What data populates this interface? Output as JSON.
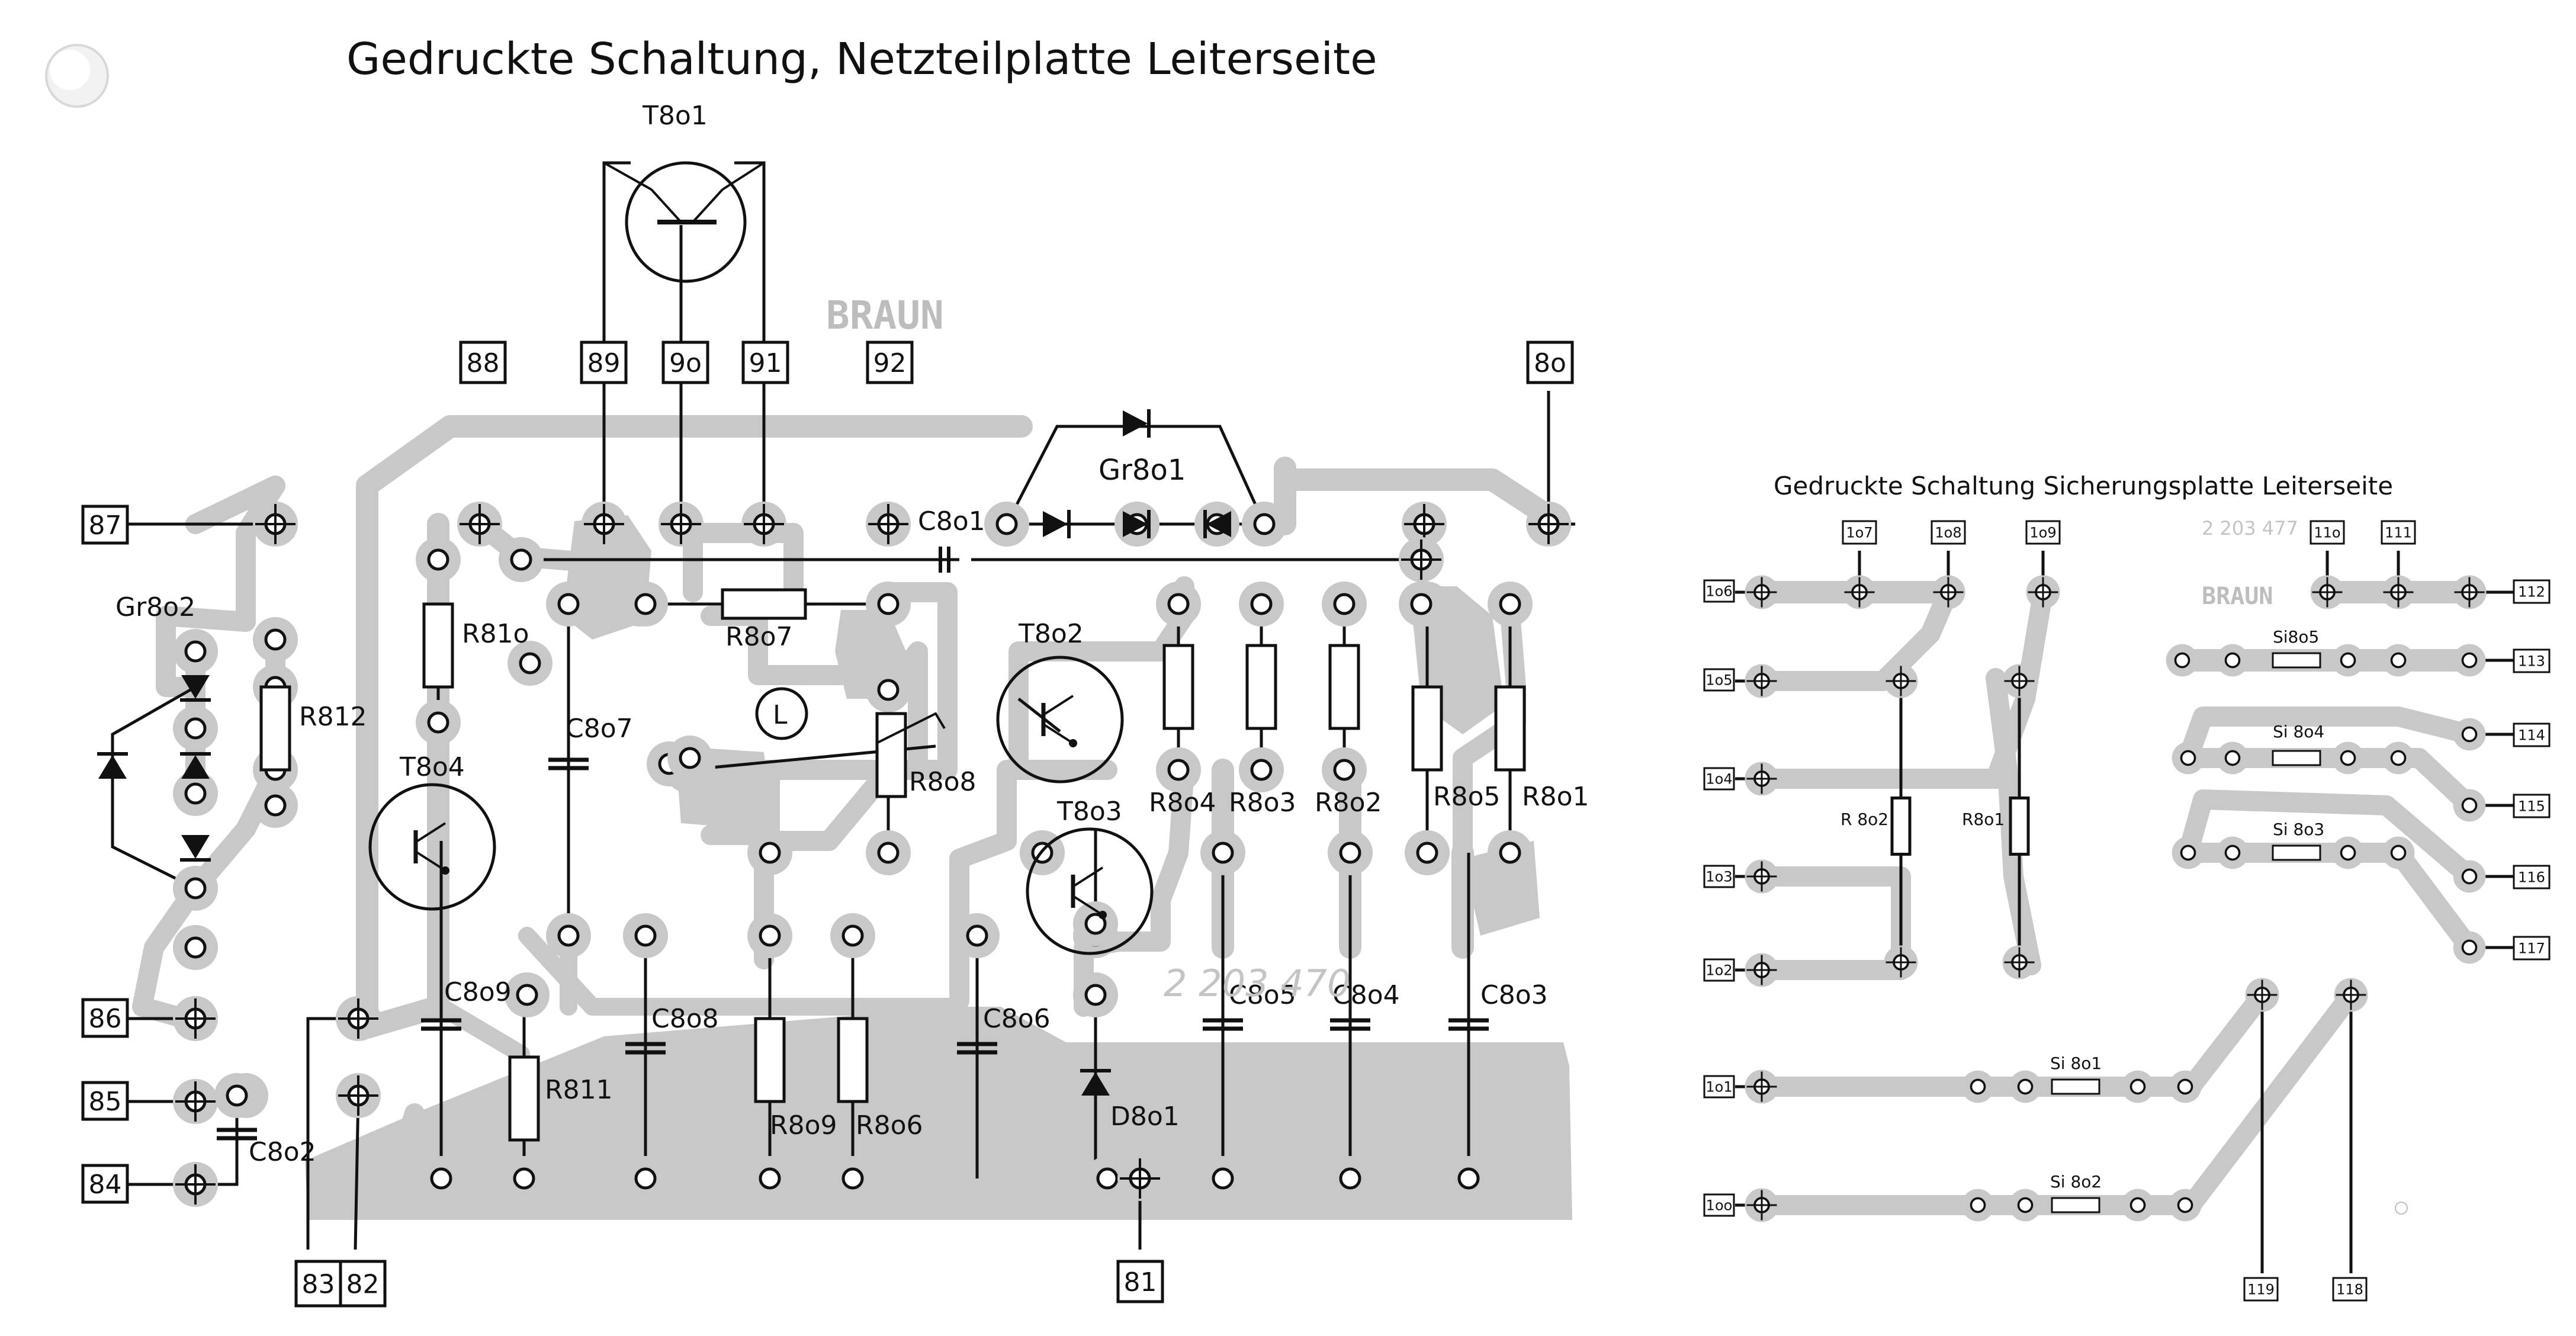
{
  "titles": {
    "main": "Gedruckte Schaltung, Netzteilplatte Leiterseite",
    "secondary": "Gedruckte Schaltung Sicherungsplatte Leiterseite"
  },
  "watermarks": {
    "brand_left": "BRAUN",
    "brand_right": "BRAUN",
    "part_left": "2 203 470",
    "part_right": "2 203 477"
  },
  "colors": {
    "copper": "#c8c8c8",
    "ink": "#111111",
    "paper": "#ffffff"
  },
  "terminals_left": [
    "87",
    "88",
    "89",
    "9o",
    "91",
    "92",
    "8o",
    "86",
    "85",
    "84",
    "83",
    "82",
    "81"
  ],
  "terminals_right": [
    "1o6",
    "1o7",
    "1o8",
    "1o9",
    "11o",
    "111",
    "112",
    "1o5",
    "113",
    "114",
    "1o4",
    "115",
    "1o3",
    "116",
    "117",
    "1o2",
    "1o1",
    "1oo",
    "119",
    "118"
  ],
  "components_left": [
    "T8o1",
    "Gr8o1",
    "C8o1",
    "Gr8o2",
    "R812",
    "R81o",
    "T8o4",
    "C8o7",
    "R8o7",
    "L",
    "R8o8",
    "T8o2",
    "T8o3",
    "R8o4",
    "R8o3",
    "R8o2",
    "R8o5",
    "R8o1",
    "C8o9",
    "C8o8",
    "C8o6",
    "C8o5",
    "C8o4",
    "C8o3",
    "R811",
    "R8o9",
    "R8o6",
    "D8o1",
    "C8o2"
  ],
  "components_right": [
    "Si8o5",
    "Si 8o4",
    "Si 8o3",
    "R 8o2",
    "R8o1",
    "Si 8o1",
    "Si 8o2"
  ]
}
